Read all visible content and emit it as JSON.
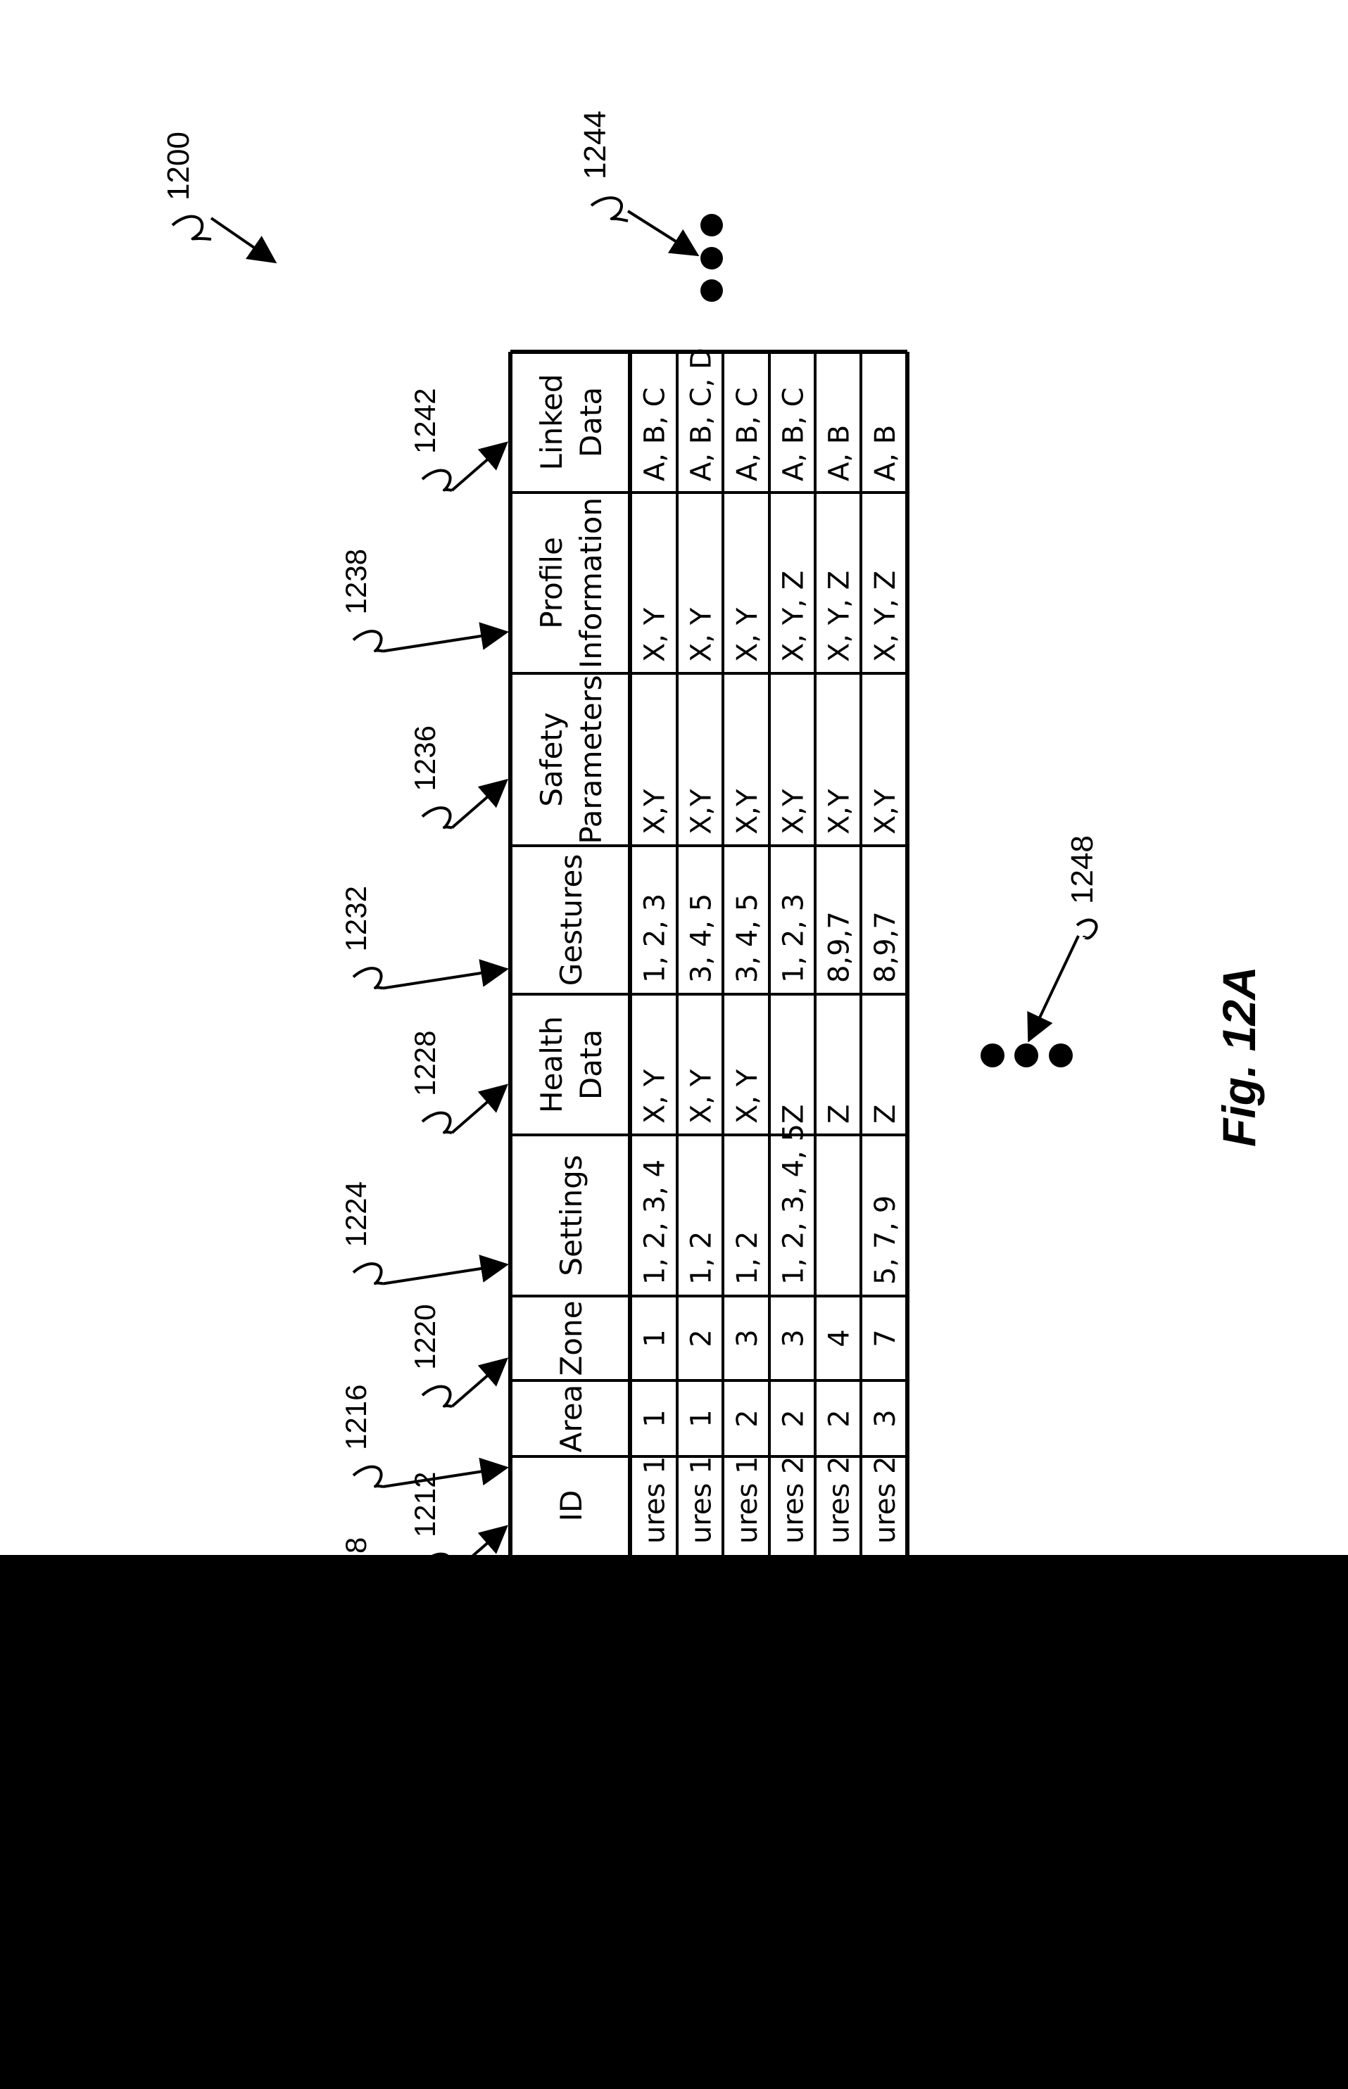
{
  "figure": {
    "figure_label": "Fig. 12A",
    "figure_ref": "1200",
    "more_columns_ref": "1244",
    "more_rows_ref": "1248"
  },
  "table": {
    "columns": [
      {
        "header_lines": [
          "ID"
        ],
        "ref": "1212"
      },
      {
        "header_lines": [
          "Area"
        ],
        "ref": "1216"
      },
      {
        "header_lines": [
          "Zone"
        ],
        "ref": "1220"
      },
      {
        "header_lines": [
          "Settings"
        ],
        "ref": "1224"
      },
      {
        "header_lines": [
          "Health",
          "Data"
        ],
        "ref": "1228"
      },
      {
        "header_lines": [
          "Gestures"
        ],
        "ref": "1232"
      },
      {
        "header_lines": [
          "Safety",
          "Parameters"
        ],
        "ref": "1236"
      },
      {
        "header_lines": [
          "Profile",
          "Information"
        ],
        "ref": "1238"
      },
      {
        "header_lines": [
          "Linked",
          "Data"
        ],
        "ref": "1242"
      }
    ],
    "rows": [
      [
        "ures 1",
        "1",
        "1",
        "1, 2, 3, 4",
        "X, Y",
        "1, 2, 3",
        "X,Y",
        "X, Y",
        "A, B, C"
      ],
      [
        "ures 1",
        "1",
        "2",
        "1, 2",
        "X, Y",
        "3, 4, 5",
        "X,Y",
        "X, Y",
        "A, B, C, D"
      ],
      [
        "ures 1",
        "2",
        "3",
        "1, 2",
        "X, Y",
        "3, 4, 5",
        "X,Y",
        "X, Y",
        "A, B, C"
      ],
      [
        "ures 2",
        "2",
        "3",
        "1, 2, 3, 4, 5",
        "Z",
        "1, 2, 3",
        "X,Y",
        "X, Y, Z",
        "A, B, C"
      ],
      [
        "ures 2",
        "2",
        "4",
        "",
        "Z",
        "8,9,7",
        "X,Y",
        "X, Y, Z",
        "A, B"
      ],
      [
        "ures 2",
        "3",
        "7",
        "5, 7, 9",
        "Z",
        "8,9,7",
        "X,Y",
        "X, Y, Z",
        "A, B"
      ]
    ],
    "truncated_ref_fragment": "8"
  }
}
